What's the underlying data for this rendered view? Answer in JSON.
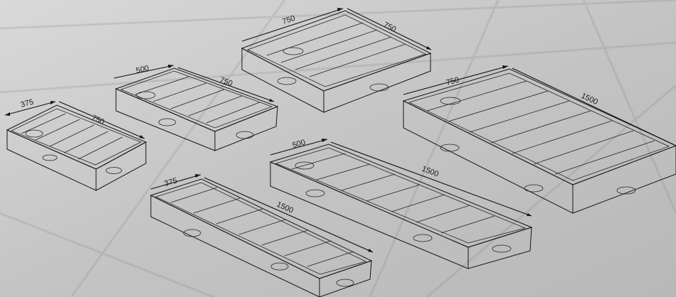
{
  "trays": [
    {
      "id": "tray-375x750",
      "width_label": "375",
      "length_label": "750"
    },
    {
      "id": "tray-500x750",
      "width_label": "500",
      "length_label": "750"
    },
    {
      "id": "tray-750x750",
      "width_label": "750",
      "length_label": "750"
    },
    {
      "id": "tray-750x1500",
      "width_label": "750",
      "length_label": "1500"
    },
    {
      "id": "tray-500x1500",
      "width_label": "500",
      "length_label": "1500"
    },
    {
      "id": "tray-375x1500",
      "width_label": "375",
      "length_label": "1500"
    }
  ],
  "colors": {
    "background": "#cfcfcf",
    "line": "#151515",
    "tray_fill": "#ffffff"
  }
}
